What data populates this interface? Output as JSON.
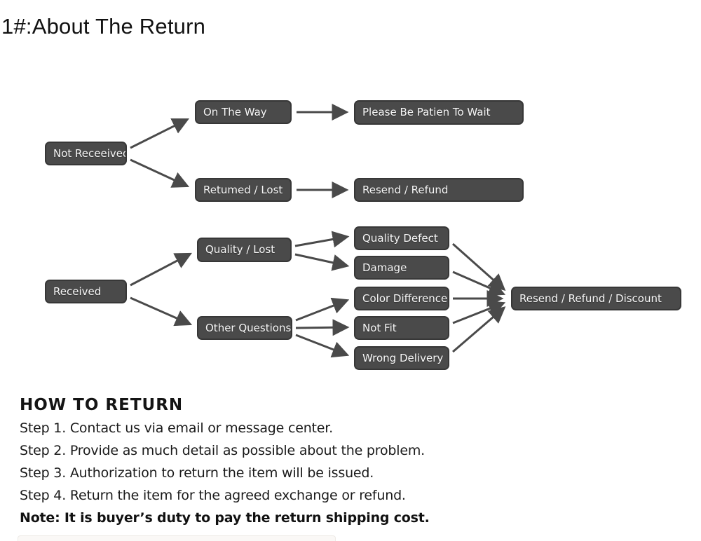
{
  "page": {
    "title": "1#:About The Return"
  },
  "flowchart": {
    "nodes": {
      "not_received": "Not Receeived",
      "on_the_way": "On The Way",
      "please_wait": "Please Be Patien To Wait",
      "returned_lost": "Retumed / Lost",
      "resend_refund": "Resend / Refund",
      "received": "Received",
      "quality_lost": "Quality / Lost",
      "other_questions": "Other Questions",
      "quality_defect": "Quality Defect",
      "damage": "Damage",
      "color_difference": "Color Difference",
      "not_fit": "Not Fit",
      "wrong_delivery": "Wrong Delivery",
      "resend_refund_discount": "Resend / Refund / Discount"
    },
    "colors": {
      "node_background": "#4a4a4a",
      "node_border": "#373737",
      "node_text": "#f7f7f7",
      "arrow": "#4a4a4a"
    }
  },
  "how_to_return": {
    "heading": "HOW TO RETURN",
    "steps": [
      "Step 1. Contact us via email or message center.",
      "Step 2. Provide as much detail as possible about the problem.",
      "Step 3. Authorization to return the item will be issued.",
      "Step 4. Return the item for the agreed exchange or refund."
    ],
    "note": "Note: It is buyer’s duty to pay the return shipping cost."
  }
}
